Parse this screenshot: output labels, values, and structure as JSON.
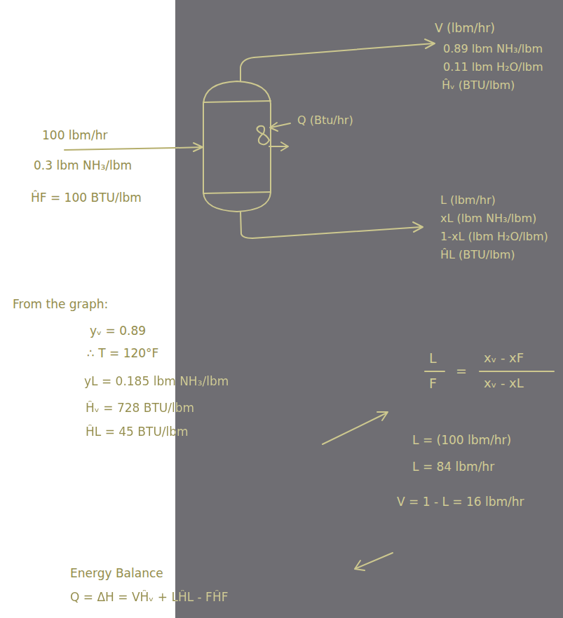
{
  "diagram": {
    "labels": [
      "V (lbm/hr)",
      "0.89 lbm NH₃/lbm",
      "0.11 lbm H₂O/lbm",
      "Ĥᵥ (BTU/lbm)",
      "Q (Btu/hr)",
      "100 lbm/hr",
      "0.3 lbm NH₃/lbm",
      "ĤF = 100 BTU/lbm",
      "L (lbm/hr)",
      "xL (lbm NH₃/lbm)",
      "1-xL (lbm H₂O/lbm)",
      "ĤL (BTU/lbm)",
      "From the graph:",
      "yᵥ = 0.89",
      "∴ T = 120°F",
      "yL = 0.185 lbm NH₃/lbm",
      "Ĥᵥ = 728 BTU/lbm",
      "ĤL = 45 BTU/lbm",
      "L",
      "F",
      "=",
      "xᵥ - xF",
      "xᵥ - xL",
      "L = (100 lbm/hr)",
      "L = 84 lbm/hr",
      "V = 1 - L = 16 lbm/hr",
      "Energy Balance",
      "Q = ΔH = VĤᵥ + LĤL - FĤF"
    ]
  }
}
